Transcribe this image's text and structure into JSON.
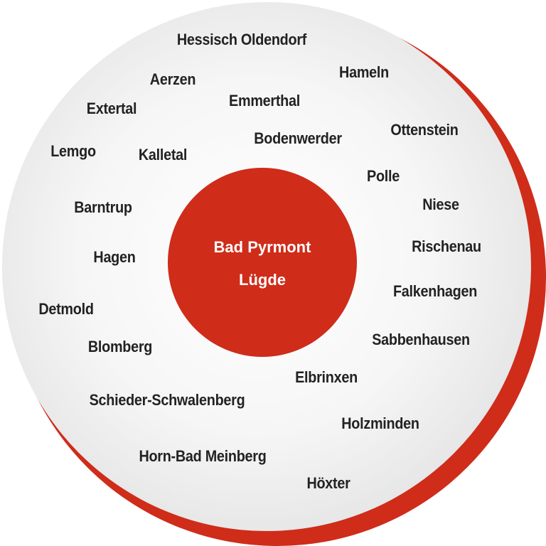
{
  "colors": {
    "accent": "#cf2c1a",
    "text": "#222222",
    "disc": "#e6e6e6"
  },
  "center": {
    "line1": "Bad Pyrmont",
    "line2": "Lügde"
  },
  "places": [
    "Hessisch Oldendorf",
    "Aerzen",
    "Hameln",
    "Emmerthal",
    "Extertal",
    "Ottenstein",
    "Bodenwerder",
    "Lemgo",
    "Kalletal",
    "Polle",
    "Niese",
    "Barntrup",
    "Rischenau",
    "Hagen",
    "Falkenhagen",
    "Detmold",
    "Sabbenhausen",
    "Blomberg",
    "Elbrinxen",
    "Schieder-Schwalenberg",
    "Holzminden",
    "Horn-Bad Meinberg",
    "Höxter"
  ]
}
